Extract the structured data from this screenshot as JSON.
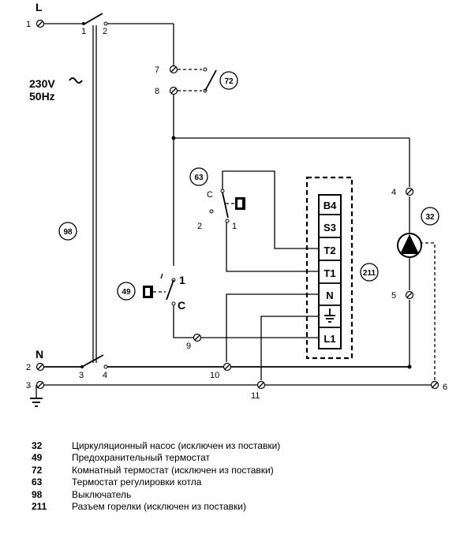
{
  "diagram": {
    "phase_label": "L",
    "neutral_label": "N",
    "supply_voltage": "230V",
    "supply_freq": "50Hz",
    "numbers": {
      "n1": "1",
      "n2": "2",
      "n3": "3",
      "n4": "4",
      "n5": "5",
      "n6": "6",
      "n7": "7",
      "n8": "8",
      "n9": "9",
      "n10": "10",
      "n11": "11"
    },
    "switch_pins": {
      "s1": "1",
      "s2": "2",
      "s3": "3",
      "s4": "4"
    },
    "thermostat63_pins": {
      "c": "C",
      "p2": "2",
      "p1": "1"
    },
    "thermostat49_pins": {
      "p1": "1",
      "c": "C"
    },
    "components": {
      "c32": "32",
      "c49": "49",
      "c63": "63",
      "c72": "72",
      "c98": "98",
      "c211": "211"
    },
    "connector_pins": [
      "B4",
      "S3",
      "T2",
      "T1",
      "N",
      "L1"
    ]
  },
  "legend": [
    {
      "code": "32",
      "text": "Циркуляционный насос (исключен из поставки)"
    },
    {
      "code": "49",
      "text": "Предохранительный термостат"
    },
    {
      "code": "72",
      "text": "Комнатный термостат (исключен из поставки)"
    },
    {
      "code": "63",
      "text": "Термостат регулировки котла"
    },
    {
      "code": "98",
      "text": "Выключатель"
    },
    {
      "code": "211",
      "text": "Разъем горелки (исключен из поставки)"
    }
  ]
}
